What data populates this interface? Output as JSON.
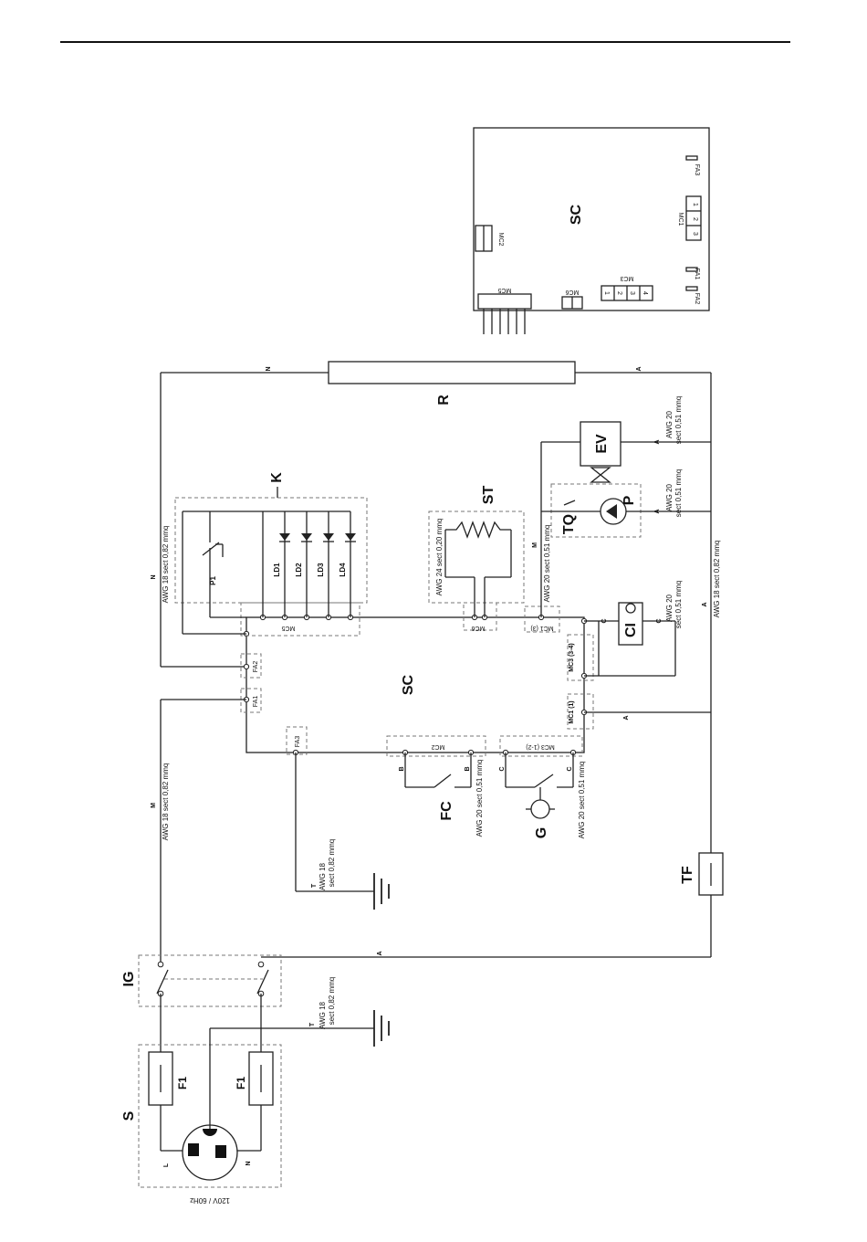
{
  "diagram": {
    "components": {
      "S": "S",
      "IG": "IG",
      "F1": "F1",
      "K": "K",
      "P1": "P1",
      "LD1": "LD1",
      "LD2": "LD2",
      "LD3": "LD3",
      "LD4": "LD4",
      "ST": "ST",
      "R": "R",
      "EV": "EV",
      "TQ": "TQ",
      "P": "P",
      "CI": "CI",
      "SC": "SC",
      "FC": "FC",
      "G": "G",
      "TF": "TF"
    },
    "connectors": {
      "FA1": "FA1",
      "FA2": "FA2",
      "FA3": "FA3",
      "MC1": "MC1",
      "MC2": "MC2",
      "MC3": "MC3",
      "MC5": "MC5",
      "MC6": "MC6",
      "MC1_1": "MC1 (1)",
      "MC1_3": "MC1 (3)",
      "MC3_12": "MC3 (1-2)",
      "MC3_34": "MC3 (3-4)"
    },
    "pins": [
      "1",
      "2",
      "3",
      "4"
    ],
    "wire_letters": {
      "N": "N",
      "M": "M",
      "A": "A",
      "T": "T",
      "B": "B",
      "C": "C",
      "L": "L"
    },
    "wire_specs": {
      "awg18": "AWG 18 sect 0,82 mmq",
      "awg18_l1": "AWG 18",
      "awg18_l2": "sect 0,82 mmq",
      "awg20": "AWG 20 sect 0,51 mmq",
      "awg20_l1": "AWG 20",
      "awg20_l2": "sect 0,51 mmq",
      "awg24": "AWG 24 sect 0,20 mmq"
    },
    "supply": "120V / 60Hz"
  }
}
